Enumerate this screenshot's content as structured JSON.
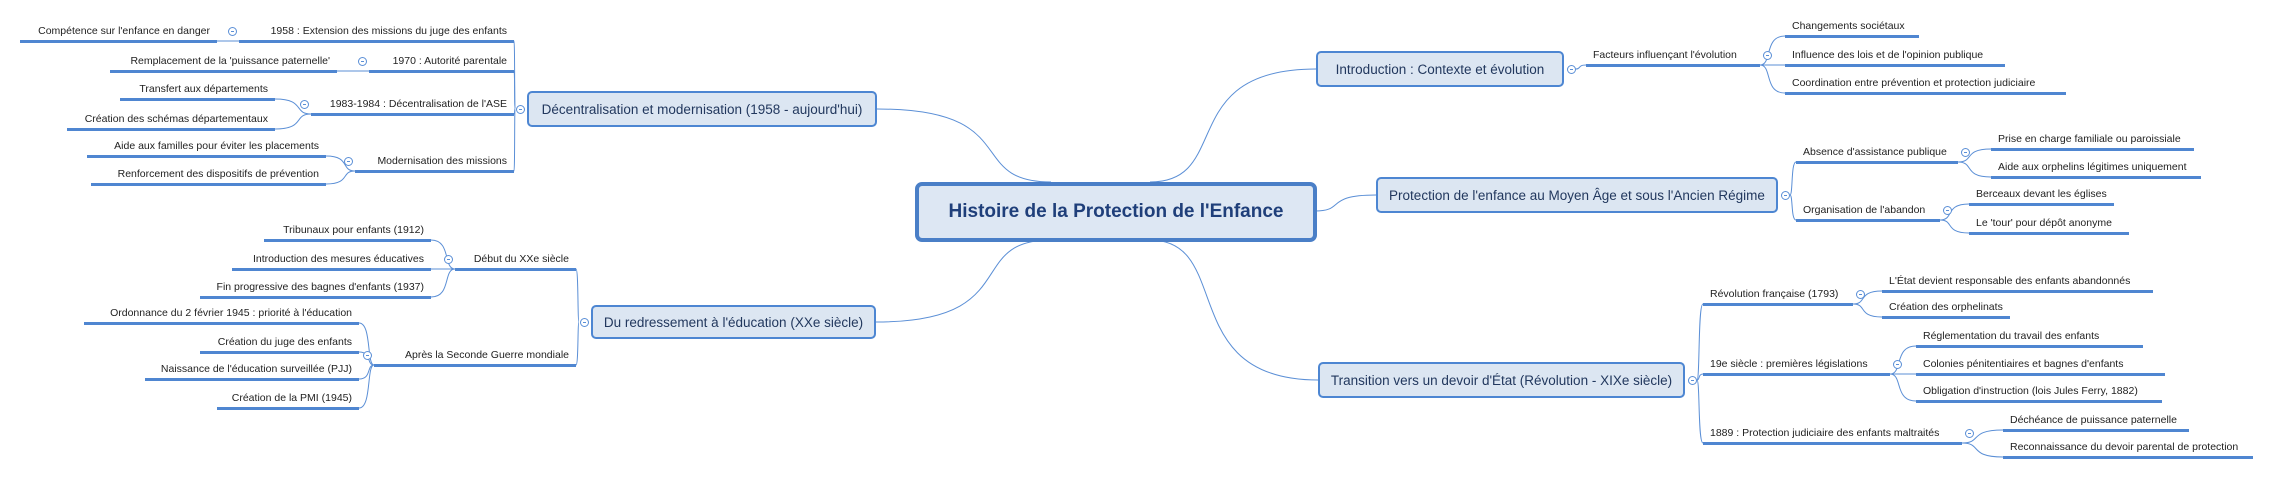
{
  "title": "Histoire de la Protection de l'Enfance",
  "colors": {
    "accent": "#4a7fc7",
    "node_fill": "#dce6f2",
    "connector": "#5b8fd6",
    "collapse_icon": "minus-circle-icon"
  },
  "branches": [
    {
      "label": "Introduction : Contexte et évolution",
      "children": [
        {
          "label": "Facteurs influençant l'évolution",
          "children": [
            {
              "label": "Changements sociétaux"
            },
            {
              "label": "Influence des lois et de l'opinion publique"
            },
            {
              "label": "Coordination entre prévention et protection judiciaire"
            }
          ]
        }
      ]
    },
    {
      "label": "Protection de l'enfance au Moyen Âge et sous l'Ancien Régime",
      "children": [
        {
          "label": "Absence d'assistance publique",
          "children": [
            {
              "label": "Prise en charge familiale ou paroissiale"
            },
            {
              "label": "Aide aux orphelins légitimes uniquement"
            }
          ]
        },
        {
          "label": "Organisation de l'abandon",
          "children": [
            {
              "label": "Berceaux devant les églises"
            },
            {
              "label": "Le 'tour' pour dépôt anonyme"
            }
          ]
        }
      ]
    },
    {
      "label": "Transition vers un devoir d'État (Révolution - XIXe siècle)",
      "children": [
        {
          "label": "Révolution française (1793)",
          "children": [
            {
              "label": "L'État devient responsable des enfants abandonnés"
            },
            {
              "label": "Création des orphelinats"
            }
          ]
        },
        {
          "label": "19e siècle : premières législations",
          "children": [
            {
              "label": "Réglementation du travail des enfants"
            },
            {
              "label": "Colonies pénitentiaires et bagnes d'enfants"
            },
            {
              "label": "Obligation d'instruction (lois Jules Ferry, 1882)"
            }
          ]
        },
        {
          "label": "1889 : Protection judiciaire des enfants maltraités",
          "children": [
            {
              "label": "Déchéance de puissance paternelle"
            },
            {
              "label": "Reconnaissance du devoir parental de protection"
            }
          ]
        }
      ]
    },
    {
      "label": "Décentralisation et modernisation (1958 - aujourd'hui)",
      "children": [
        {
          "label": "1958 : Extension des missions du juge des enfants",
          "children": [
            {
              "label": "Compétence sur l'enfance en danger"
            }
          ]
        },
        {
          "label": "1970 : Autorité parentale",
          "children": [
            {
              "label": "Remplacement de la 'puissance paternelle'"
            }
          ]
        },
        {
          "label": "1983-1984 : Décentralisation de l'ASE",
          "children": [
            {
              "label": "Transfert aux départements"
            },
            {
              "label": "Création des schémas départementaux"
            }
          ]
        },
        {
          "label": "Modernisation des missions",
          "children": [
            {
              "label": "Aide aux familles pour éviter les placements"
            },
            {
              "label": "Renforcement des dispositifs de prévention"
            }
          ]
        }
      ]
    },
    {
      "label": "Du redressement à l'éducation (XXe siècle)",
      "children": [
        {
          "label": "Début du XXe siècle",
          "children": [
            {
              "label": "Tribunaux pour enfants (1912)"
            },
            {
              "label": "Introduction des mesures éducatives"
            },
            {
              "label": "Fin progressive des bagnes d'enfants (1937)"
            }
          ]
        },
        {
          "label": "Après la Seconde Guerre mondiale",
          "children": [
            {
              "label": "Ordonnance du 2 février 1945 : priorité à l'éducation"
            },
            {
              "label": "Création du juge des enfants"
            },
            {
              "label": "Naissance de l'éducation surveillée (PJJ)"
            },
            {
              "label": "Création de la PMI (1945)"
            }
          ]
        }
      ]
    }
  ]
}
